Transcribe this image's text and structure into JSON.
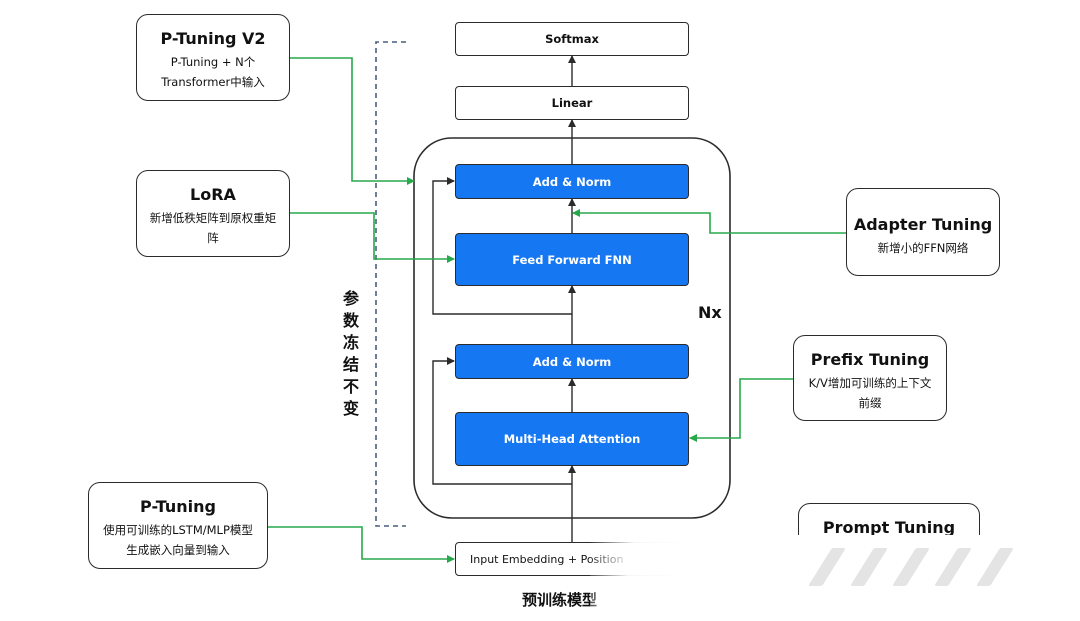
{
  "diagram": {
    "frozen_label": "参数冻结不变",
    "nx_label": "Nx",
    "pretrained_caption": "预训练模型",
    "blocks": {
      "softmax": "Softmax",
      "linear": "Linear",
      "add_norm_top": "Add & Norm",
      "ffn": "Feed Forward FNN",
      "add_norm_bottom": "Add & Norm",
      "attention": "Multi-Head Attention",
      "input_embedding": "Input Embedding + Position"
    },
    "methods": {
      "p_tuning_v2": {
        "title": "P-Tuning V2",
        "desc": "P-Tuning + N个Transformer中输入"
      },
      "lora": {
        "title": "LoRA",
        "desc": "新增低秩矩阵到原权重矩阵"
      },
      "adapter_tuning": {
        "title": "Adapter Tuning",
        "desc": "新增小的FFN网络"
      },
      "prefix_tuning": {
        "title": "Prefix Tuning",
        "desc": "K/V增加可训练的上下文前缀"
      },
      "p_tuning": {
        "title": "P-Tuning",
        "desc": "使用可训练的LSTM/MLP模型生成嵌入向量到输入"
      },
      "prompt_tuning": {
        "title": "Prompt Tuning"
      }
    },
    "colors": {
      "block_fill": "#1677f2",
      "arrow_green": "#27a84a",
      "outline": "#2b2b2b",
      "frozen_bracket": "#4a5f80"
    }
  }
}
